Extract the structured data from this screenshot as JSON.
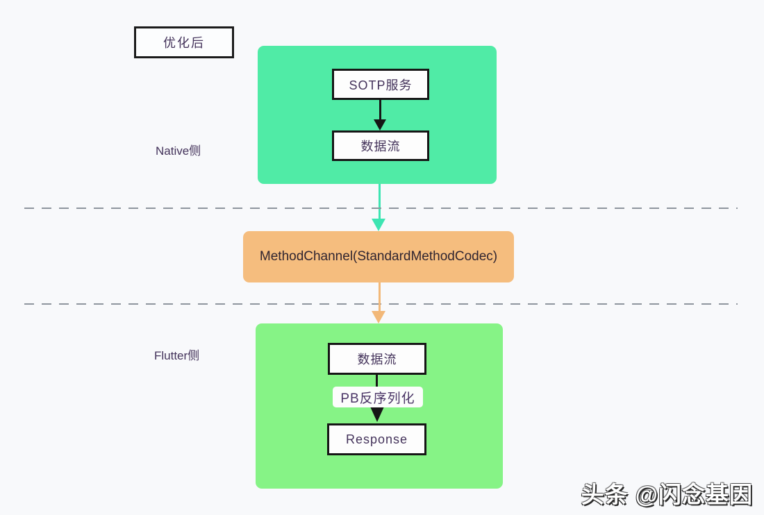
{
  "colors": {
    "background": "#F8F9FB",
    "native_group_fill": "#50EBA6",
    "flutter_group_fill": "#86F386",
    "channel_fill": "#F5BD7E",
    "teal_arrow": "#3DE5B2",
    "orange_arrow": "#F2B878",
    "black_arrow": "#161616",
    "dashed_divider": "#8E959E",
    "node_text": "#43325A"
  },
  "diagram": {
    "title_badge": "优化后",
    "lanes": [
      {
        "label": "Native侧"
      },
      {
        "label": "Flutter侧"
      }
    ],
    "native_group": {
      "nodes": [
        {
          "label": "SOTP服务"
        },
        {
          "label": "数据流"
        }
      ]
    },
    "channel": {
      "label": "MethodChannel(StandardMethodCodec)"
    },
    "flutter_group": {
      "nodes": [
        {
          "label": "数据流"
        },
        {
          "label": "Response"
        }
      ],
      "edge_label": "PB反序列化"
    }
  },
  "watermark": {
    "text": "头条 @闪念基因"
  }
}
